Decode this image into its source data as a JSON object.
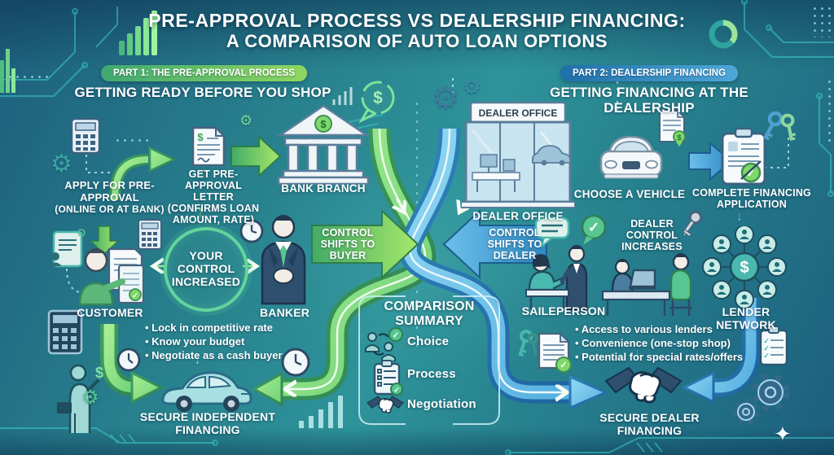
{
  "title": {
    "line1": "PRE-APPROVAL PROCESS VS DEALERSHIP FINANCING:",
    "line2": "A COMPARISON OF AUTO LOAN OPTIONS"
  },
  "part1": {
    "badge": "PART 1: THE PRE-APPROVAL PROCESS",
    "heading": "GETTING READY BEFORE YOU SHOP",
    "apply_title": "APPLY FOR PRE-APPROVAL",
    "apply_sub": "(ONLINE OR AT BANK)",
    "letter_title": "GET PRE-APPROVAL LETTER",
    "letter_sub": "(CONFIRMS LOAN AMOUNT, RATE)",
    "bank_label": "BANK BRANCH",
    "customer_label": "CUSTOMER",
    "banker_label": "BANKER",
    "control_circle_text": "YOUR CONTROL INCREASED",
    "control_arrow_text": "CONTROL SHIFTS TO BUYER",
    "benefits": [
      "Lock in competitive rate",
      "Know your budget",
      "Negotiate as a cash buyer"
    ],
    "outcome_label": "SECURE INDEPENDENT FINANCING"
  },
  "part2": {
    "badge": "PART 2: DEALERSHIP FINANCING",
    "heading": "GETTING FINANCING AT THE DEALERSHIP",
    "dealer_sign": "DEALER OFFICE",
    "dealer_label": "DEALER OFFICE",
    "vehicle_label": "CHOOSE A VEHICLE",
    "application_label": "COMPLETE FINANCING APPLICATION",
    "salesperson_label": "SAILEPERSON",
    "dealer_control_text": "DEALER CONTROL INCREASES",
    "lender_label": "LENDER NETWORK",
    "control_arrow_text": "CONTROL SHIFTS TO DEALER",
    "benefits": [
      "Access to various lenders",
      "Convenience (one-stop shop)",
      "Potential for special rates/offers"
    ],
    "outcome_label": "SECURE DEALER FINANCING"
  },
  "summary": {
    "title_line1": "COMPARISON",
    "title_line2": "SUMMARY",
    "items": [
      "Choice",
      "Process",
      "Negotiation"
    ]
  },
  "glyphs": {
    "dollar": "$",
    "check": "✓",
    "gear": "⚙",
    "sparkle": "✦",
    "down_arrow": "↓",
    "up_arrow": "↑"
  },
  "colors": {
    "green_accent": "#8fd75f",
    "blue_accent": "#4ba3d6",
    "teal_line": "#3fd6cf",
    "background_teal": "#2a8a90"
  }
}
